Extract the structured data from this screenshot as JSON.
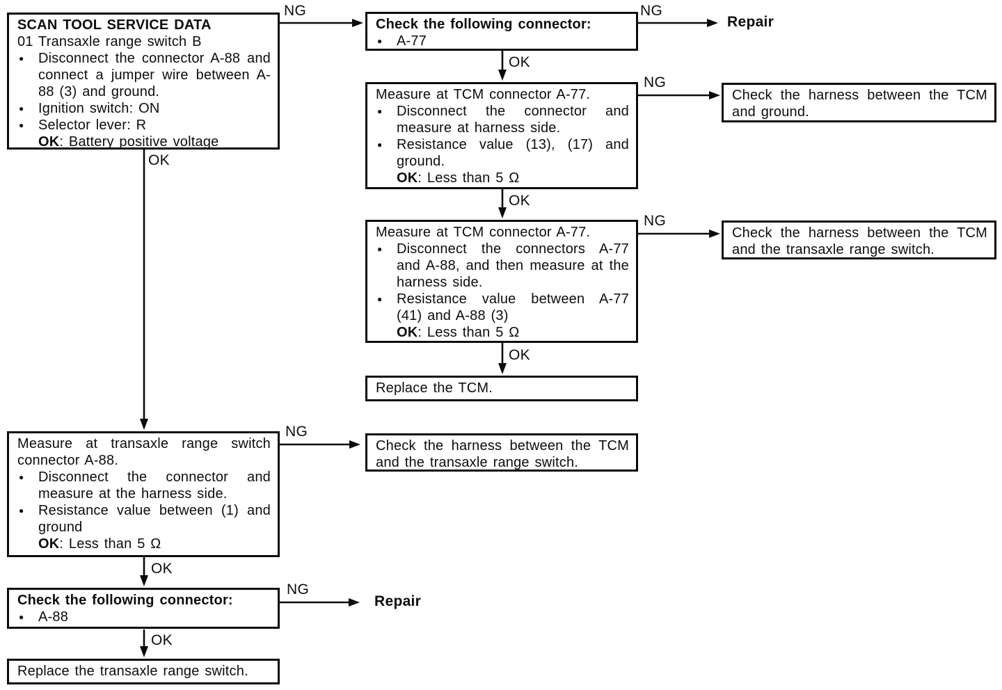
{
  "labels": {
    "ng": "NG",
    "ok": "OK",
    "repair": "Repair",
    "bullet": "●"
  },
  "boxes": {
    "scan_tool": {
      "title": "SCAN TOOL SERVICE DATA",
      "subtitle": "01 Transaxle range switch B",
      "bullet1": "Disconnect the connector A-88 and connect a jumper wire between A-88 (3) and ground.",
      "bullet2": "Ignition switch: ON",
      "bullet3": "Selector lever: R",
      "ok_bold": "OK",
      "ok_rest": ": Battery positive voltage"
    },
    "check_a77": {
      "title": "Check the following connector:",
      "items": [
        "A-77"
      ]
    },
    "measure_tcm_1": {
      "title": "Measure at TCM connector A-77.",
      "bullet1": "Disconnect the connector and measure at harness side.",
      "bullet2": "Resistance value (13), (17) and ground.",
      "ok_bold": "OK",
      "ok_rest": ": Less than 5 Ω"
    },
    "harness_ground": {
      "text": "Check the harness between the TCM and ground."
    },
    "measure_tcm_2": {
      "title": "Measure at TCM connector A-77.",
      "bullet1": "Disconnect the connectors A-77 and A-88, and then measure at the harness side.",
      "bullet2": "Resistance value between A-77 (41) and A-88 (3)",
      "ok_bold": "OK",
      "ok_rest": ": Less than 5 Ω"
    },
    "harness_switch_top": {
      "text": "Check the harness between the TCM and the transaxle range switch."
    },
    "replace_tcm": {
      "text": "Replace the TCM."
    },
    "measure_switch": {
      "title": "Measure at transaxle range switch connector A-88.",
      "bullet1": "Disconnect the connector and measure at the harness side.",
      "bullet2": "Resistance value between (1) and ground",
      "ok_bold": "OK",
      "ok_rest": ": Less than 5 Ω"
    },
    "harness_switch_bottom": {
      "text": "Check the harness between the TCM and the transaxle range switch."
    },
    "check_a88": {
      "title": "Check the following connector:",
      "items": [
        "A-88"
      ]
    },
    "replace_switch": {
      "text": "Replace the transaxle range switch."
    }
  }
}
